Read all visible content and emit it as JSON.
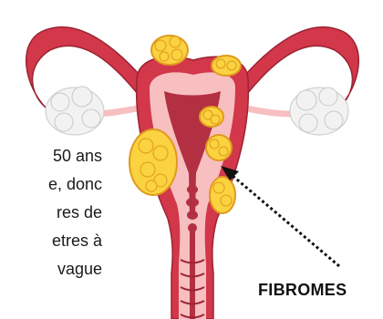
{
  "body_text": [
    "50 ans",
    "e, donc",
    "res de",
    "etres à",
    "vague"
  ],
  "illustration": {
    "subject": "uterus-with-fibroids",
    "colors": {
      "outer_tissue": "#d2374a",
      "outer_tissue_dark": "#9b2433",
      "inner_tissue": "#f7bfc0",
      "cavity": "#b23042",
      "ovary": "#f2f2f2",
      "ovary_edge": "#c9c9c9",
      "fibroid": "#fbd23f",
      "fibroid_edge": "#e09a1e",
      "arrow": "#111111"
    }
  },
  "annotation": {
    "label": "FIBROMES"
  }
}
